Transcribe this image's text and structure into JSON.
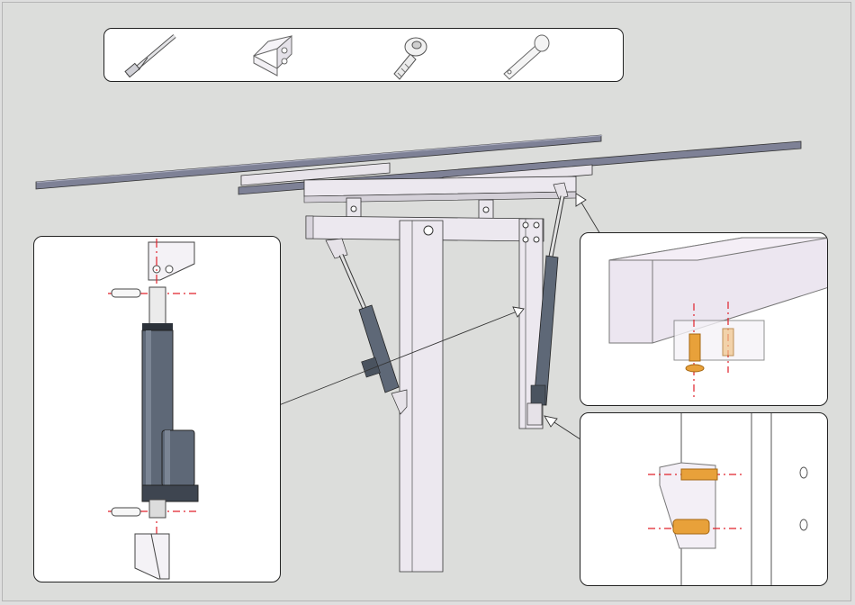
{
  "figure": {
    "background": "#dcdddb",
    "frame_color": "#b5b5b5",
    "steel_color": "#ece8ef",
    "rail_color": "#7e8196",
    "actuator_color": "#5e6877",
    "bolt_color": "#e8a13a",
    "center_line_color": "#e0202a"
  },
  "parts_box": {
    "items": [
      {
        "icon": "linear-actuator-icon"
      },
      {
        "icon": "mounting-bracket-icon"
      },
      {
        "icon": "socket-head-bolt-icon"
      },
      {
        "icon": "clevis-pin-icon"
      }
    ]
  },
  "callouts": {
    "actuator_detail": {
      "icon": "actuator-exploded-view"
    },
    "top_bracket_detail": {
      "icon": "top-bracket-bolts-view"
    },
    "post_bracket_detail": {
      "icon": "post-bracket-bolts-view"
    }
  }
}
